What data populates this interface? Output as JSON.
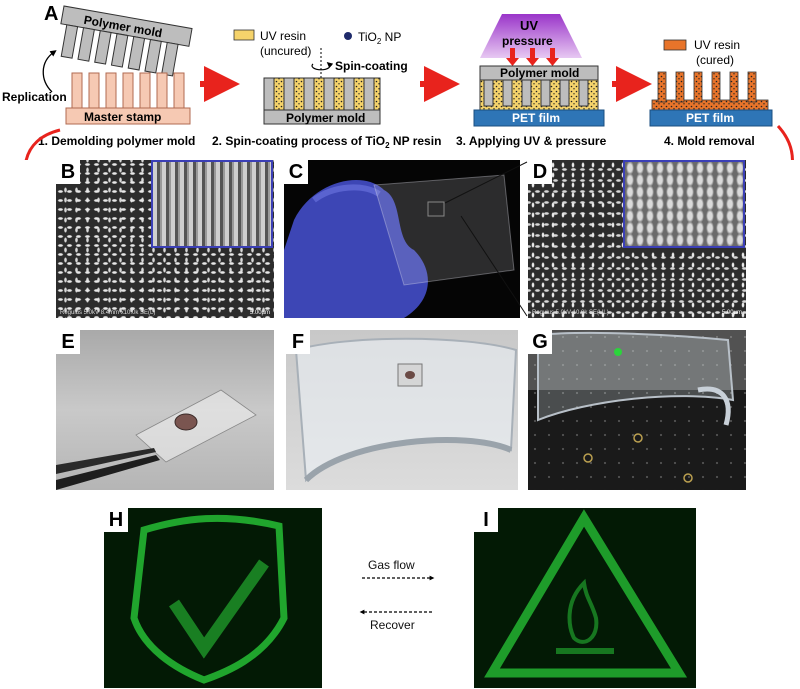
{
  "panel_a": {
    "label": "A",
    "polymer_mold": "Polymer mold",
    "master_stamp": "Master stamp",
    "replication": "Replication",
    "step1": "1. Demolding polymer mold",
    "legend_uv_uncured_1": "UV resin",
    "legend_uv_uncured_2": "(uncured)",
    "legend_tio2": "TiO",
    "legend_tio2_sub": "2",
    "legend_tio2_tail": " NP",
    "spin_coating": "Spin-coating",
    "step2_mold": "Polymer mold",
    "step2": "2. Spin-coating process of TiO",
    "step2_sub": "2",
    "step2_tail": " NP resin",
    "uv": "UV",
    "pressure": "pressure",
    "step3_mold": "Polymer mold",
    "pet_film": "PET film",
    "step3": "3. Applying UV & pressure",
    "legend_uv_cured_1": "UV resin",
    "legend_uv_cured_2": "(cured)",
    "step4_pet": "PET film",
    "step4": "4. Mold removal"
  },
  "panels": {
    "b": "B",
    "c": "C",
    "d": "D",
    "e": "E",
    "f": "F",
    "g": "G",
    "h": "H",
    "i": "I"
  },
  "sem_b": {
    "caption": "Regulus 5.0kV 8.4mm x10.0k SE(L)",
    "scale": "5.00µm"
  },
  "sem_d": {
    "caption": "Regulus 5.0kV 10.0k SE(UL)",
    "scale": "5.00µm"
  },
  "arrows": {
    "gas_flow": "Gas flow",
    "recover": "Recover"
  },
  "colors": {
    "arrow_red": "#e8231d",
    "uncured_resin": "#f5d36b",
    "cured_resin": "#e8742a",
    "pet_film": "#2e75b6",
    "uv_purple": "#9a35c9",
    "sem_border": "#3b3fb6",
    "hologram_green": "#2bd43b",
    "master_stamp": "#f6c9b3"
  }
}
